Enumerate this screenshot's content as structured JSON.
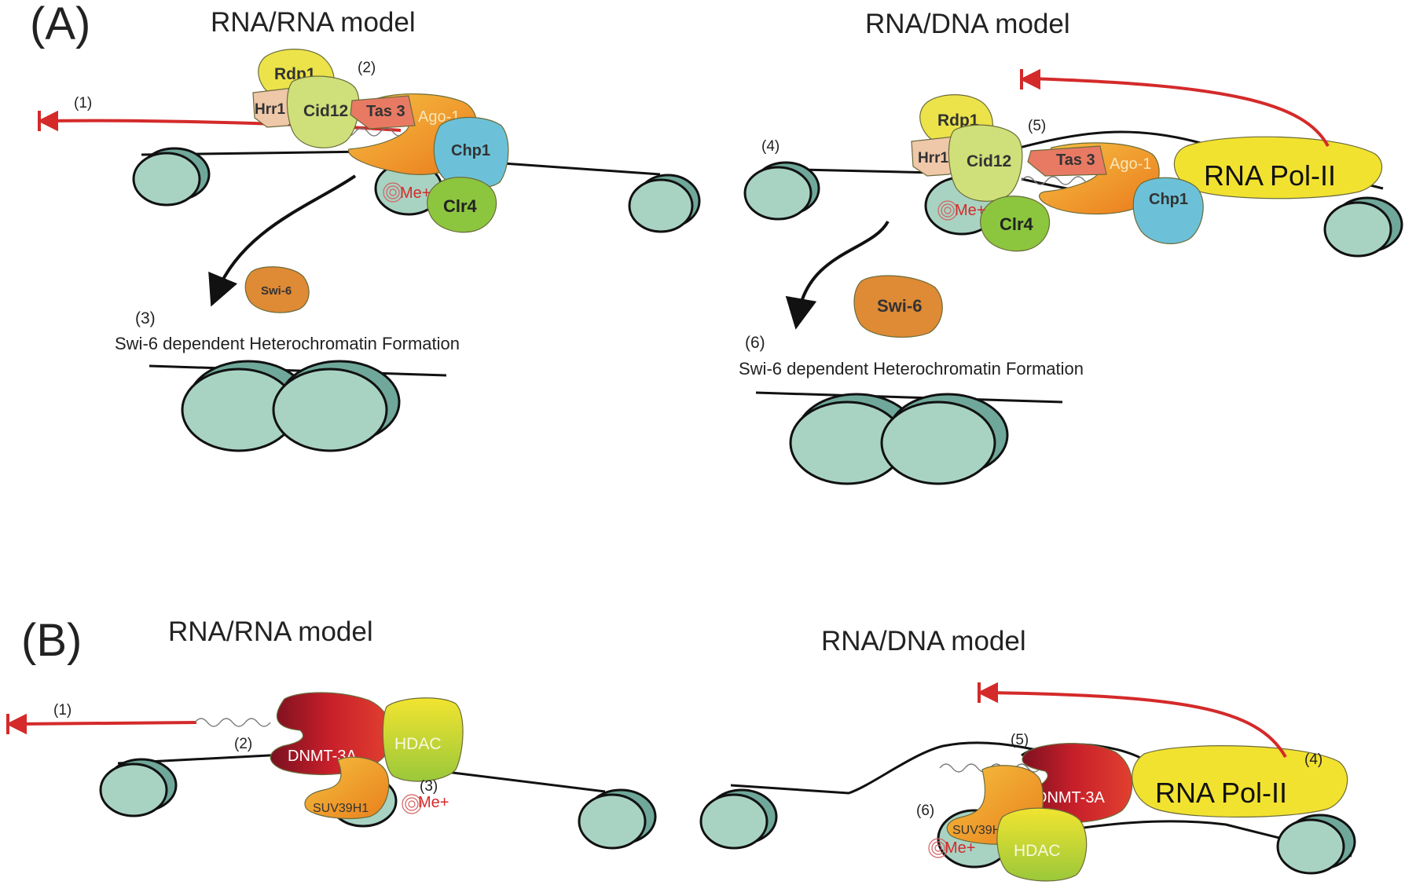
{
  "panel_a": {
    "label": "(A)",
    "left": {
      "title": "RNA/RNA model",
      "step1": "(1)",
      "step2": "(2)",
      "step3": "(3)",
      "proteins": {
        "rdp1": "Rdp1",
        "hrr1": "Hrr1",
        "cid12": "Cid12",
        "tas3": "Tas 3",
        "ago1": "Ago-1",
        "chp1": "Chp1",
        "clr4": "Clr4",
        "me": "Me+",
        "swi6": "Swi-6"
      },
      "result": "Swi-6 dependent Heterochromatin Formation"
    },
    "right": {
      "title": "RNA/DNA model",
      "step4": "(4)",
      "step5": "(5)",
      "step6": "(6)",
      "proteins": {
        "rdp1": "Rdp1",
        "hrr1": "Hrr1",
        "cid12": "Cid12",
        "tas3": "Tas 3",
        "ago1": "Ago-1",
        "chp1": "Chp1",
        "clr4": "Clr4",
        "me": "Me+",
        "swi6": "Swi-6",
        "pol2": "RNA Pol-II"
      },
      "result": "Swi-6 dependent Heterochromatin Formation"
    }
  },
  "panel_b": {
    "label": "(B)",
    "left": {
      "title": "RNA/RNA model",
      "step1": "(1)",
      "step2": "(2)",
      "step3": "(3)",
      "proteins": {
        "dnmt": "DNMT-3A",
        "hdac": "HDAC",
        "suv": "SUV39H1",
        "me": "Me+"
      }
    },
    "right": {
      "title": "RNA/DNA model",
      "step4": "(4)",
      "step5": "(5)",
      "step6": "(6)",
      "proteins": {
        "dnmt": "DNMT-3A",
        "hdac": "HDAC",
        "suv": "SUV39H1",
        "me": "Me+",
        "pol2": "RNA Pol-II"
      }
    }
  },
  "colors": {
    "rna_arrow": "#d42a2a",
    "nucleosome": "#a8d3c3",
    "rdp1": "#ece34a",
    "hrr1": "#efc7a9",
    "cid12": "#cfe07a",
    "tas3": "#e87a64",
    "ago1": "#f0a02c",
    "chp1": "#6cc1d8",
    "clr4": "#8cc63f",
    "swi6": "#df8a35",
    "pol2": "#f2e230",
    "dnmt": "#c8202a",
    "hdac": "#d8e030",
    "suv": "#f0a030"
  }
}
